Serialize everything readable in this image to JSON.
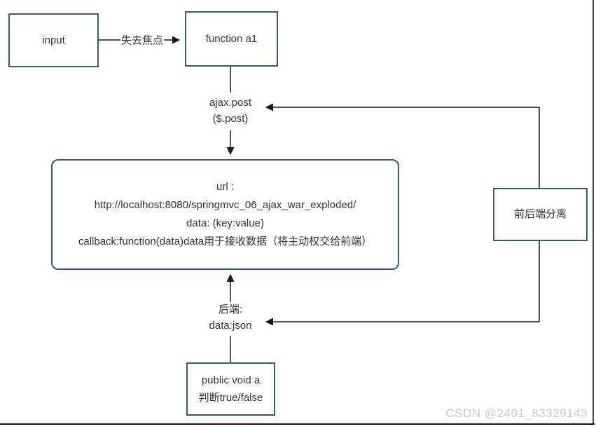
{
  "diagram": {
    "nodes": {
      "input_box": {
        "label": "input"
      },
      "function_box": {
        "label": "function a1"
      },
      "ajax_label": {
        "line1": "ajax.post",
        "line2": "($.post)"
      },
      "request_box": {
        "line1": "url :",
        "line2": "http://localhost:8080/springmvc_06_ajax_war_exploded/",
        "line3": "data: (key:value)",
        "line4": "callback:function(data)data用于接收数据（将主动权交给前端）"
      },
      "backend_label": {
        "line1": "后端:",
        "line2": "data:json"
      },
      "backend_box": {
        "line1": "public void a",
        "line2": "判断true/false"
      },
      "separation_box": {
        "label": "前后端分离"
      }
    },
    "edge_labels": {
      "blur_event": "失去焦点"
    },
    "colors": {
      "node_border": "#44546A",
      "rounded_node_border": "#3F5181",
      "connector": "#1A1A1A",
      "text": "#333333",
      "watermark": "#C9C9C9"
    }
  },
  "watermark": {
    "text": "CSDN @2401_83329143"
  }
}
